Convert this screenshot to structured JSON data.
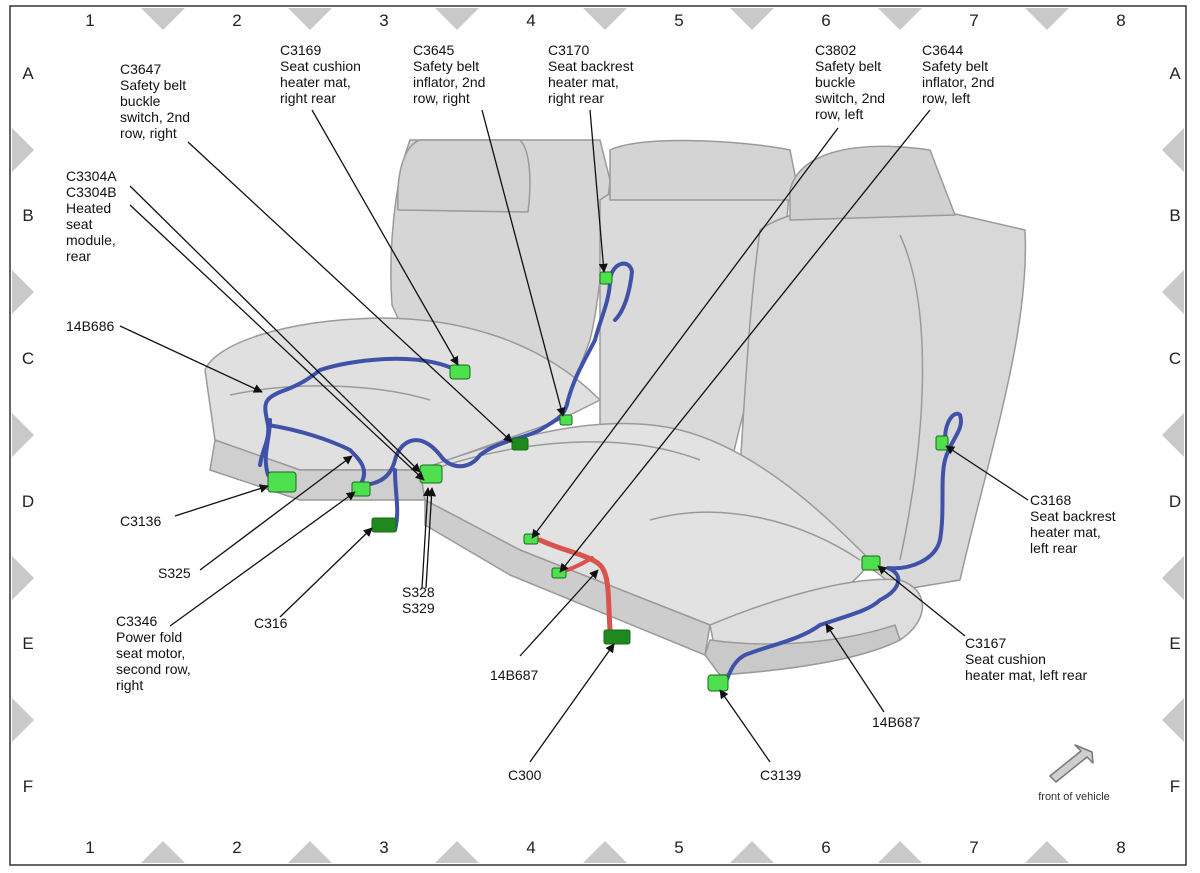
{
  "grid": {
    "columns": [
      "1",
      "2",
      "3",
      "4",
      "5",
      "6",
      "7",
      "8"
    ],
    "rows": [
      "A",
      "B",
      "C",
      "D",
      "E",
      "F"
    ]
  },
  "colors": {
    "harness_blue": "#3f51a8",
    "harness_red": "#d9534f",
    "connector_green": "#4fe04f",
    "connector_dark_green": "#1e8a1e",
    "seat_fill": "#d9d9d9",
    "seat_stroke": "#9a9a9a",
    "border_triangle": "#c9c9c9"
  },
  "callouts": [
    {
      "id": "c3647",
      "lines": [
        "C3647",
        "Safety belt",
        "buckle",
        "switch, 2nd",
        "row, right"
      ]
    },
    {
      "id": "c3169",
      "lines": [
        "C3169",
        "Seat cushion",
        "heater mat,",
        "right rear"
      ]
    },
    {
      "id": "c3645",
      "lines": [
        "C3645",
        "Safety belt",
        "inflator, 2nd",
        "row, right"
      ]
    },
    {
      "id": "c3170",
      "lines": [
        "C3170",
        "Seat backrest",
        "heater mat,",
        "right rear"
      ]
    },
    {
      "id": "c3802",
      "lines": [
        "C3802",
        "Safety belt",
        "buckle",
        "switch, 2nd",
        "row, left"
      ]
    },
    {
      "id": "c3644",
      "lines": [
        "C3644",
        "Safety belt",
        "inflator, 2nd",
        "row, left"
      ]
    },
    {
      "id": "c3304",
      "lines": [
        "C3304A",
        "C3304B",
        "Heated",
        "seat",
        "module,",
        "rear"
      ]
    },
    {
      "id": "n14b686",
      "lines": [
        "14B686"
      ]
    },
    {
      "id": "c3136",
      "lines": [
        "C3136"
      ]
    },
    {
      "id": "s325",
      "lines": [
        "S325"
      ]
    },
    {
      "id": "c3346",
      "lines": [
        "C3346",
        "Power fold",
        "seat motor,",
        "second row,",
        "right"
      ]
    },
    {
      "id": "c316",
      "lines": [
        "C316"
      ]
    },
    {
      "id": "s328",
      "lines": [
        "S328",
        "S329"
      ]
    },
    {
      "id": "n14b687a",
      "lines": [
        "14B687"
      ]
    },
    {
      "id": "c300",
      "lines": [
        "C300"
      ]
    },
    {
      "id": "c3139",
      "lines": [
        "C3139"
      ]
    },
    {
      "id": "n14b687b",
      "lines": [
        "14B687"
      ]
    },
    {
      "id": "c3167",
      "lines": [
        "C3167",
        "Seat cushion",
        "heater mat, left rear"
      ]
    },
    {
      "id": "c3168",
      "lines": [
        "C3168",
        "Seat backrest",
        "heater mat,",
        "left rear"
      ]
    }
  ],
  "front_label": "front of vehicle"
}
